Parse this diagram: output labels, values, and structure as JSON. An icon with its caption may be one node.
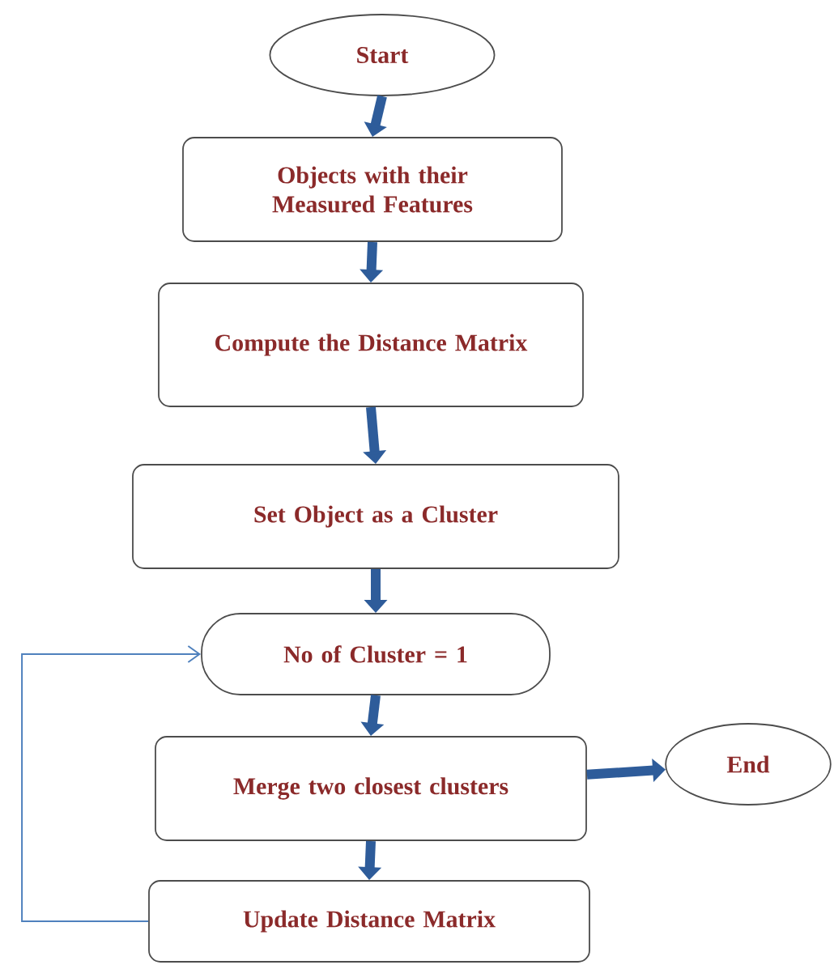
{
  "diagram": {
    "nodes": [
      {
        "text": [
          "Start"
        ]
      },
      {
        "text": [
          "Objects with their Measured Features"
        ]
      },
      {
        "text": [
          "Compute the Distance Matrix"
        ]
      },
      {
        "text": [
          "Set Object as a Cluster"
        ]
      },
      {
        "text": [
          "No of Cluster = 1"
        ]
      },
      {
        "text": [
          "Merge two closest clusters"
        ]
      },
      {
        "text": [
          "End"
        ]
      },
      {
        "text": [
          "Update Distance Matrix"
        ]
      }
    ],
    "edges": [
      {
        "from": 0,
        "to": 1,
        "arrow": "to"
      },
      {
        "from": 1,
        "to": 2,
        "arrow": "to"
      },
      {
        "from": 2,
        "to": 3,
        "arrow": "to"
      },
      {
        "from": 3,
        "to": 4,
        "arrow": "to"
      },
      {
        "from": 4,
        "to": 5,
        "arrow": "to"
      },
      {
        "from": 5,
        "to": 6,
        "arrow": "to"
      },
      {
        "from": 5,
        "to": 7,
        "arrow": "to"
      },
      {
        "from": 7,
        "to": 4,
        "arrow": "to",
        "color": "#4f81bd"
      }
    ]
  }
}
